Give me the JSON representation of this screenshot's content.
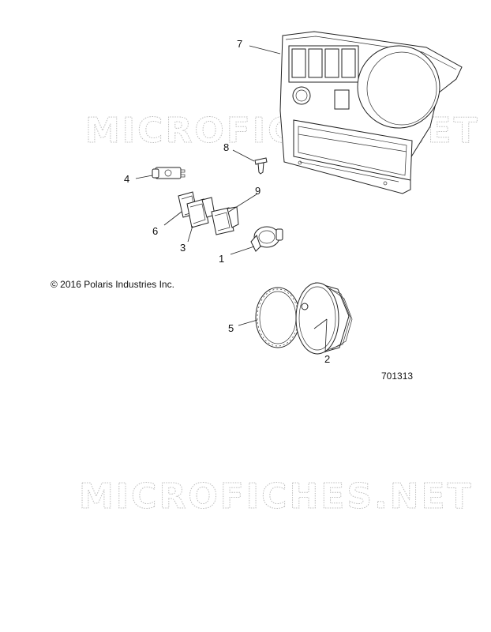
{
  "copyright": "© 2016 Polaris Industries Inc.",
  "diagram_number": "701313",
  "watermark": "MICROFICHES.NET",
  "callouts": {
    "c1": "1",
    "c2": "2",
    "c3": "3",
    "c4": "4",
    "c5": "5",
    "c6": "6",
    "c7": "7",
    "c8": "8",
    "c9": "9"
  }
}
